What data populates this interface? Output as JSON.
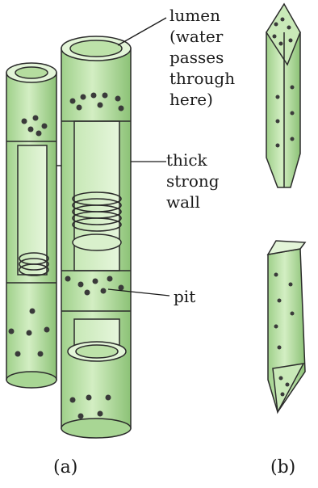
{
  "labels": {
    "lumen": [
      "lumen",
      "(water",
      "passes",
      "through",
      "here)"
    ],
    "wall": [
      "thick",
      "strong",
      "wall"
    ],
    "pit": "pit"
  },
  "captions": {
    "a": "(a)",
    "b": "(b)"
  },
  "colors": {
    "vessel_fill": "#b9e0a4",
    "vessel_light": "#d6efc6",
    "vessel_dark": "#8fc77a",
    "outline": "#2b2b2b",
    "pit": "#3a3a3a"
  }
}
